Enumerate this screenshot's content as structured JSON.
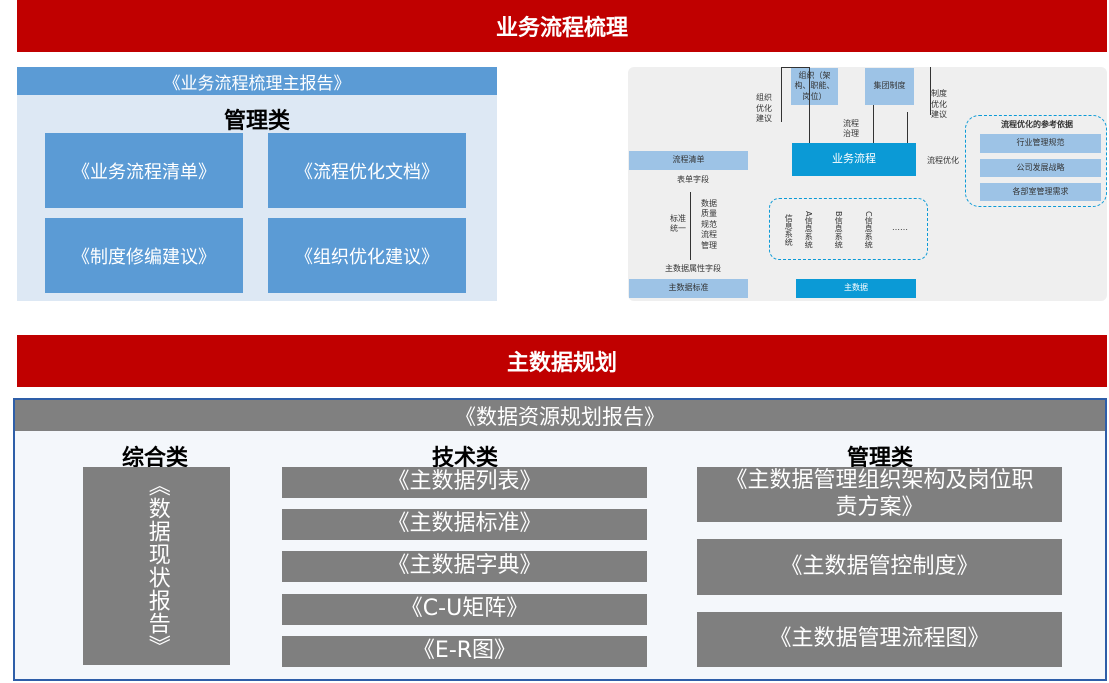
{
  "section1": {
    "title": "业务流程梳理",
    "report": {
      "header": "《业务流程梳理主报告》",
      "category": "管理类",
      "items": [
        "《业务流程清单》",
        "《流程优化文档》",
        "《制度修编建议》",
        "《组织优化建议》"
      ]
    },
    "diagram": {
      "org": "组织（架构、职能、岗位）",
      "policy": "集团制度",
      "org_suggest": "组织优化建议",
      "policy_suggest": "制度优化建议",
      "govern": "流程治理",
      "process": "业务流程",
      "process_list": "流程清单",
      "form_fields": "表单字段",
      "unify": "标准统一",
      "dq": "数据质量规范流程管理",
      "md_fields": "主数据属性字段",
      "md_standard": "主数据标准",
      "md": "主数据",
      "optimize": "流程优化",
      "ref_title": "流程优化的参考依据",
      "refs": [
        "行业管理规范",
        "公司发展战略",
        "各部室管理需求"
      ],
      "info_sys": "信息系统",
      "systems": [
        "A信息系统",
        "B信息系统",
        "C信息系统",
        "……"
      ]
    }
  },
  "section2": {
    "title": "主数据规划",
    "header": "《数据资源规划报告》",
    "categories": [
      "综合类",
      "技术类",
      "管理类"
    ],
    "comprehensive": "《数据现状报告》",
    "technical": [
      "《主数据列表》",
      "《主数据标准》",
      "《主数据字典》",
      "《C-U矩阵》",
      "《E-R图》"
    ],
    "management": [
      "《主数据管理组织架构及岗位职责方案》",
      "《主数据管控制度》",
      "《主数据管理流程图》"
    ]
  }
}
